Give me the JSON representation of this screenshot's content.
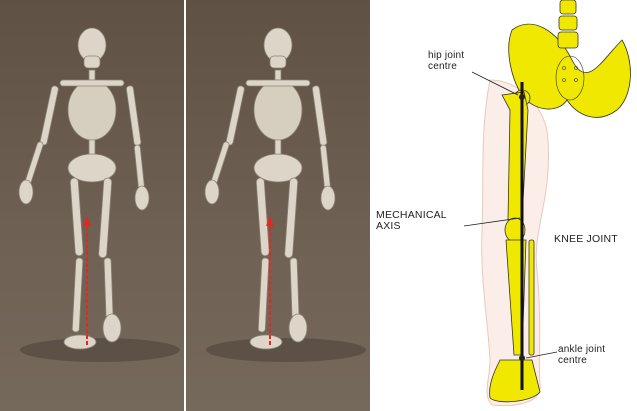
{
  "labels": {
    "hip_joint": "hip joint centre",
    "mechanical_axis": "MECHANICAL AXIS",
    "knee_joint": "KNEE JOINT",
    "ankle_joint": "ankle joint centre"
  },
  "colors": {
    "bone_yellow": "#f0e800",
    "axis_red": "#e02a20",
    "background_brown": "#6a5c4f",
    "skin_outline": "#e9c9b8"
  }
}
